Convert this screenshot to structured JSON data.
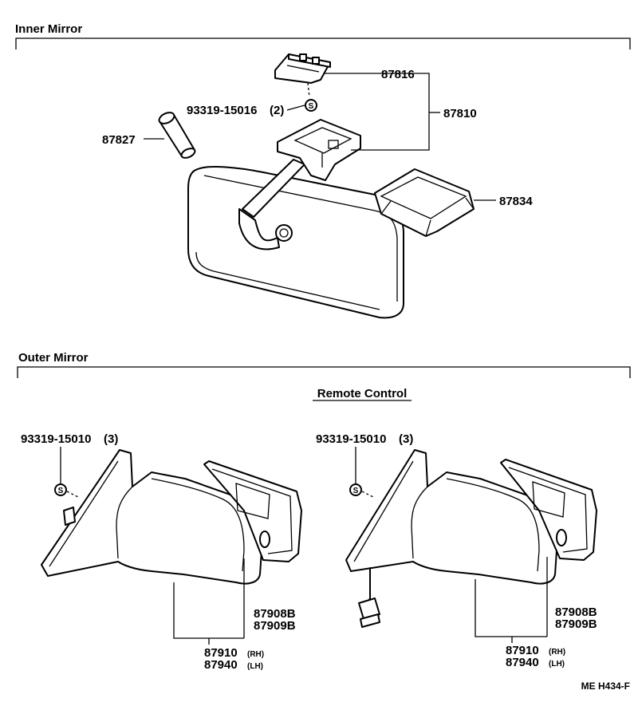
{
  "inner_mirror": {
    "title": "Inner Mirror",
    "labels": {
      "p87816": "87816",
      "p87810": "87810",
      "screw": "93319-15016",
      "screw_qty": "(2)",
      "p87827": "87827",
      "p87834": "87834",
      "screw_symbol": "S"
    }
  },
  "outer_mirror": {
    "title": "Outer Mirror",
    "remote_title": "Remote Control",
    "left": {
      "screw": "93319-15010",
      "screw_qty": "(3)",
      "screw_symbol": "S",
      "p87908B": "87908B",
      "p87909B": "87909B",
      "p87910": "87910",
      "rh": "(RH)",
      "p87940": "87940",
      "lh": "(LH)"
    },
    "right": {
      "screw": "93319-15010",
      "screw_qty": "(3)",
      "screw_symbol": "S",
      "p87908B": "87908B",
      "p87909B": "87909B",
      "p87910": "87910",
      "rh": "(RH)",
      "p87940": "87940",
      "lh": "(LH)"
    }
  },
  "footer": {
    "code": "ME H434-F"
  }
}
